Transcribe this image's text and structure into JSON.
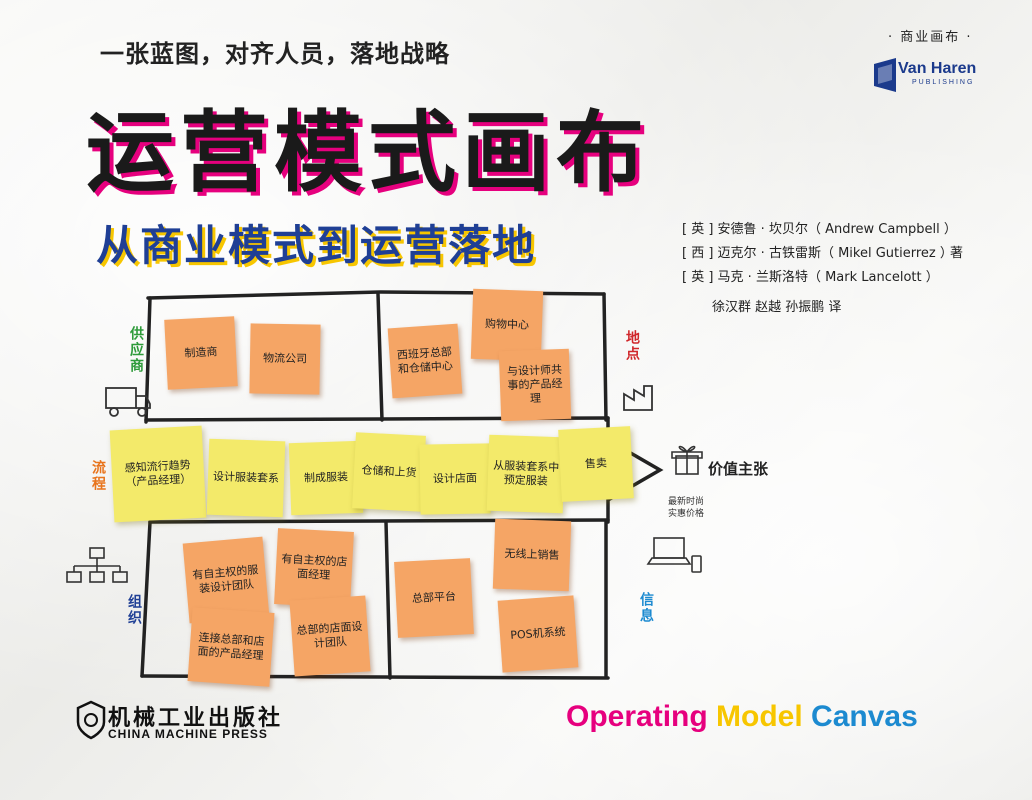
{
  "cover": {
    "tagline": "一张蓝图，对齐人员，落地战略",
    "title": "运营模式画布",
    "subtitle": "从商业模式到运营落地",
    "series": "· 商业画布 ·",
    "publisher_logo": {
      "word": "Van Haren",
      "sub": "PUBLISHING"
    },
    "authors": [
      "[ 英 ] 安德鲁 · 坎贝尔（ Andrew Campbell ）",
      "[ 西 ] 迈克尔 · 古铁雷斯（ Mikel Gutierrez ）",
      "[ 英 ] 马克 · 兰斯洛特（ Mark Lancelott ）"
    ],
    "author_role": "著",
    "translators": "徐汉群 赵越 孙振鹏  译",
    "english_title": {
      "w1": "Operating",
      "w2": "Model",
      "w3": "Canvas"
    },
    "publisher_zh": "机械工业出版社",
    "publisher_en": "CHINA MACHINE PRESS"
  },
  "colors": {
    "magenta": "#e6007e",
    "yellow": "#f7c600",
    "blue": "#1c8ad0",
    "navy": "#1f3f95",
    "orange": "#f5a565"
  },
  "canvas": {
    "labels": {
      "suppliers": "供应商",
      "locations": "地点",
      "process": "流程",
      "organization": "组织",
      "information": "信息",
      "value": "价值主张",
      "value_note_1": "最新时尚",
      "value_note_2": "实惠价格"
    },
    "notes": {
      "s1": "制造商",
      "s2": "物流公司",
      "l1": "西班牙总部和仓储中心",
      "l2": "购物中心",
      "l3": "与设计师共事的产品经理",
      "p1": "感知流行趋势（产品经理）",
      "p2": "设计服装套系",
      "p3": "制成服装",
      "p4": "仓储和上货",
      "p5": "设计店面",
      "p6": "从服装套系中预定服装",
      "p7": "售卖",
      "o1": "有自主权的服装设计团队",
      "o2": "有自主权的店面经理",
      "o3": "连接总部和店面的产品经理",
      "o4": "总部的店面设计团队",
      "i1": "总部平台",
      "i2": "无线上销售",
      "i3": "POS机系统"
    }
  }
}
